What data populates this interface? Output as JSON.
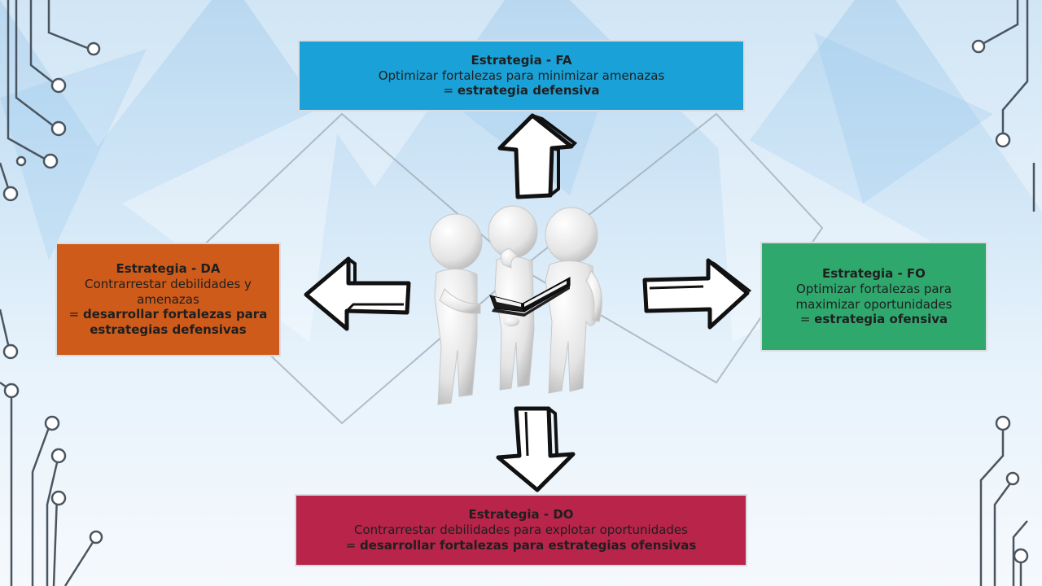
{
  "boxes": {
    "fa": {
      "title": "Estrategia - FA",
      "description": "Optimizar fortalezas para minimizar amenazas",
      "result_prefix": "=",
      "result": "estrategia defensiva",
      "color": "#1aa2d8"
    },
    "da": {
      "title": "Estrategia - DA",
      "description": "Contrarrestar debilidades y amenazas",
      "result_prefix": "=",
      "result": "desarrollar fortalezas para estrategias defensivas",
      "color": "#cf5b1a"
    },
    "fo": {
      "title": "Estrategia - FO",
      "description": "Optimizar fortalezas para maximizar oportunidades",
      "result_prefix": "=",
      "result": "estrategia ofensiva",
      "color": "#2fa86e"
    },
    "do": {
      "title": "Estrategia - DO",
      "description": "Contrarrestar debilidades para explotar oportunidades",
      "result_prefix": "=",
      "result": "desarrollar fortalezas para estrategias ofensivas",
      "color": "#b8244a"
    }
  },
  "icons": {
    "center": "people-reading-book-icon",
    "up": "arrow-up-icon",
    "down": "arrow-down-icon",
    "left": "arrow-left-icon",
    "right": "arrow-right-icon"
  }
}
